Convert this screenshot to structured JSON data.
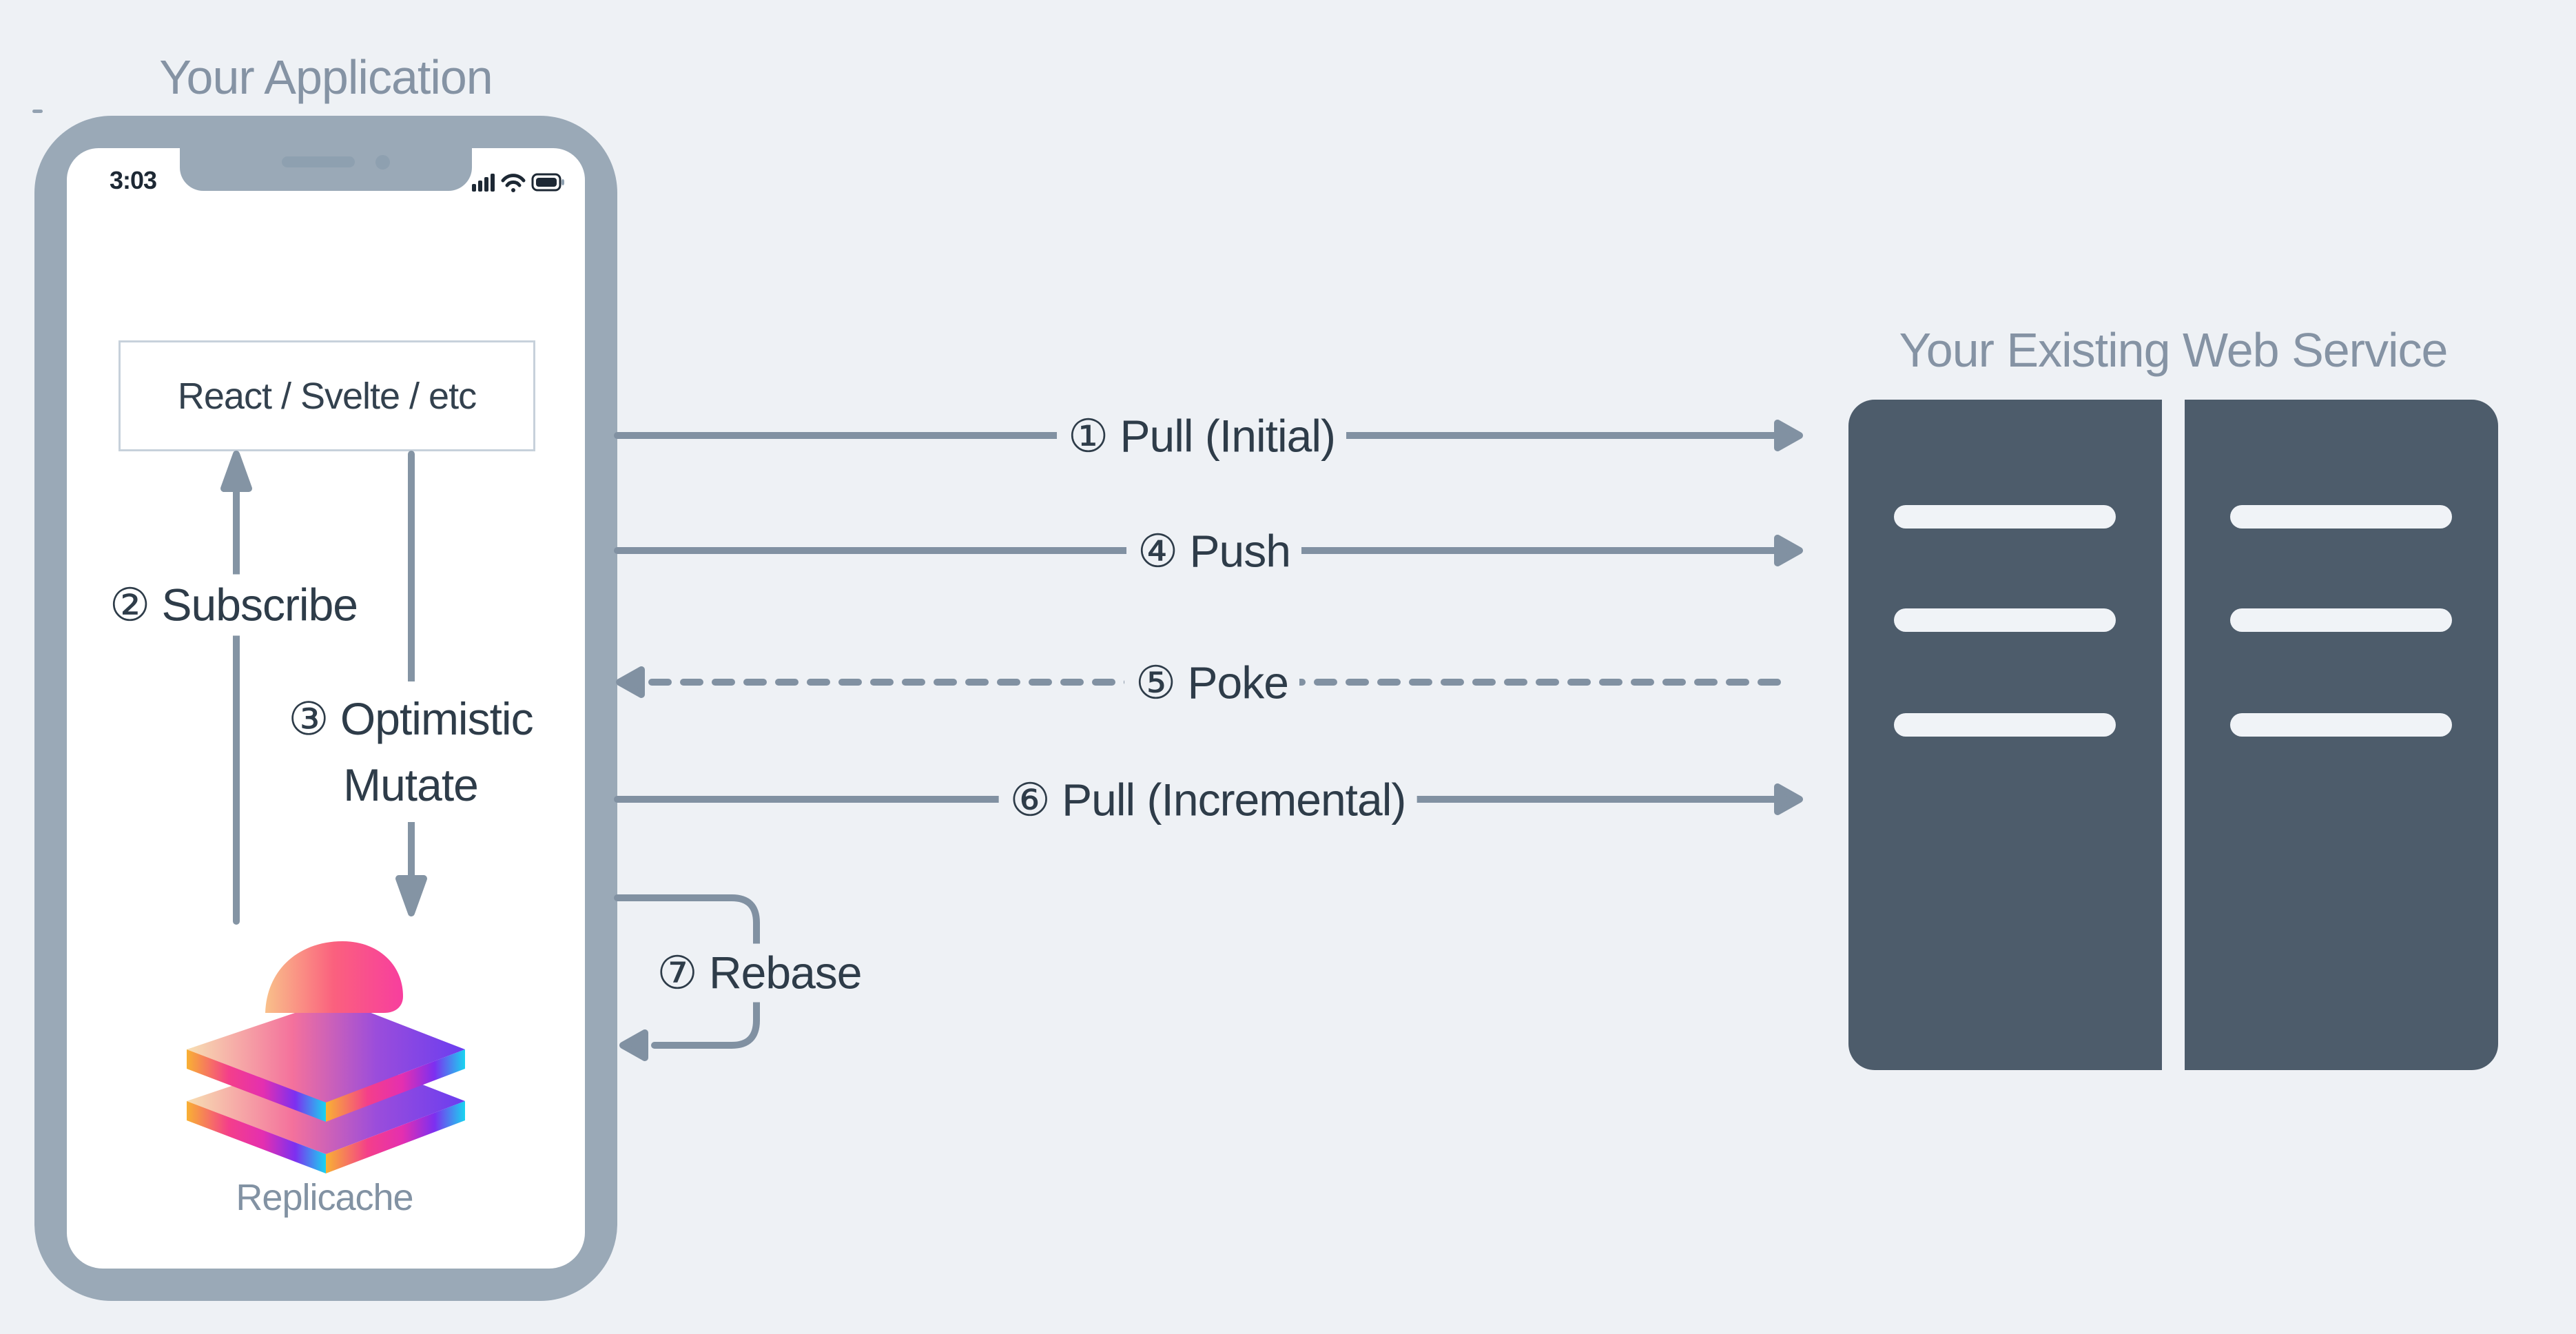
{
  "titles": {
    "application": "Your Application",
    "web_service": "Your Existing Web Service"
  },
  "phone": {
    "status_time": "3:03",
    "framework_box": "React / Svelte / etc",
    "logo_label": "Replicache"
  },
  "inner_flows": {
    "subscribe": "② Subscribe",
    "mutate_line1": "③ Optimistic",
    "mutate_line2": "Mutate"
  },
  "flows": {
    "pull_initial": "① Pull (Initial)",
    "push": "④ Push",
    "poke": "⑤ Poke",
    "pull_incremental": "⑥ Pull (Incremental)",
    "rebase": "⑦ Rebase"
  },
  "servers": {
    "tower_count": 2,
    "slots_per_tower": 3
  },
  "icons": {
    "cellular": "cellular-signal-icon",
    "wifi": "wifi-icon",
    "battery": "battery-icon",
    "speaker": "speaker-slot-icon",
    "camera": "camera-dot-icon",
    "replicache": "replicache-logo-icon"
  },
  "colors": {
    "background": "#eef1f5",
    "phone_bezel": "#9aa9b7",
    "arrow_gray": "#8191a2",
    "dark_text": "#2e3c49",
    "muted_text": "#8593a4",
    "server_fill": "#4d5c6b",
    "server_slot": "#f0f3f7",
    "box_border": "#c7d1db",
    "status_icon": "#1d2834",
    "logo_orange": "#f8b133",
    "logo_pink": "#f43f8a",
    "logo_purple": "#7d2ff0",
    "logo_cyan": "#19d4f0"
  }
}
